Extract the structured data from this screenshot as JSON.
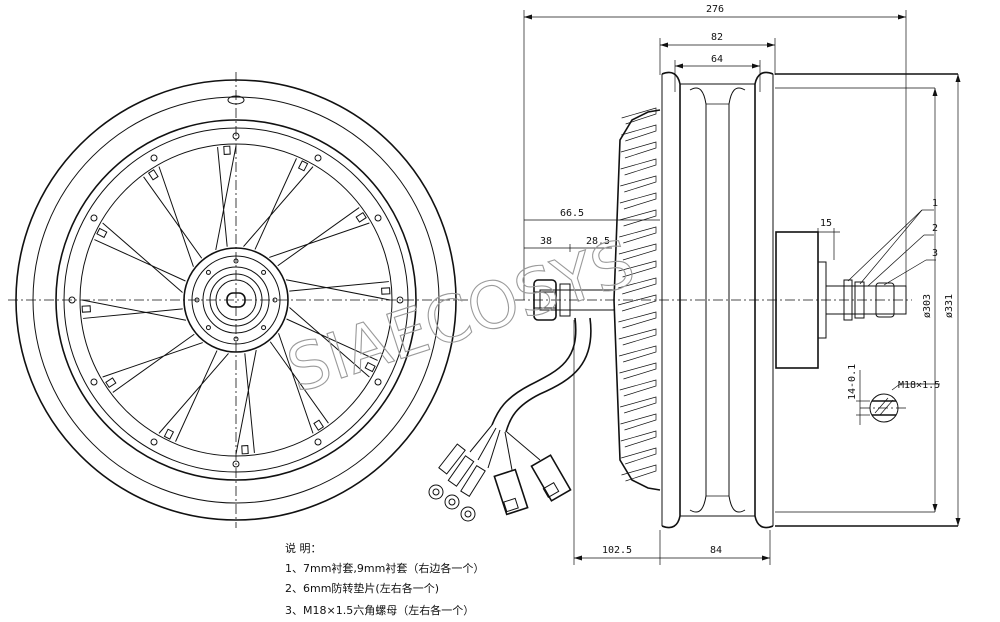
{
  "drawing": {
    "dimensions": {
      "overall_width": "276",
      "rim_outer_width": "82",
      "rim_inner_width": "64",
      "axle_left": "66.5",
      "axle_seg_a": "38",
      "axle_seg_b": "28.5",
      "hub_step": "15",
      "left_offset": "102.5",
      "right_offset": "84",
      "dia_inner": "ø303",
      "dia_outer": "ø331",
      "flat_width": "14-0.1",
      "thread": "M18×1.5"
    },
    "callouts": [
      "1",
      "2",
      "3"
    ],
    "watermark": "SIAECOSYS",
    "notes": {
      "heading": "说 明：",
      "items": [
        "1、7mm衬套,9mm衬套（右边各一个）",
        "2、6mm防转垫片(左右各一个)",
        "3、M18×1.5六角螺母（左右各一个）"
      ]
    }
  }
}
